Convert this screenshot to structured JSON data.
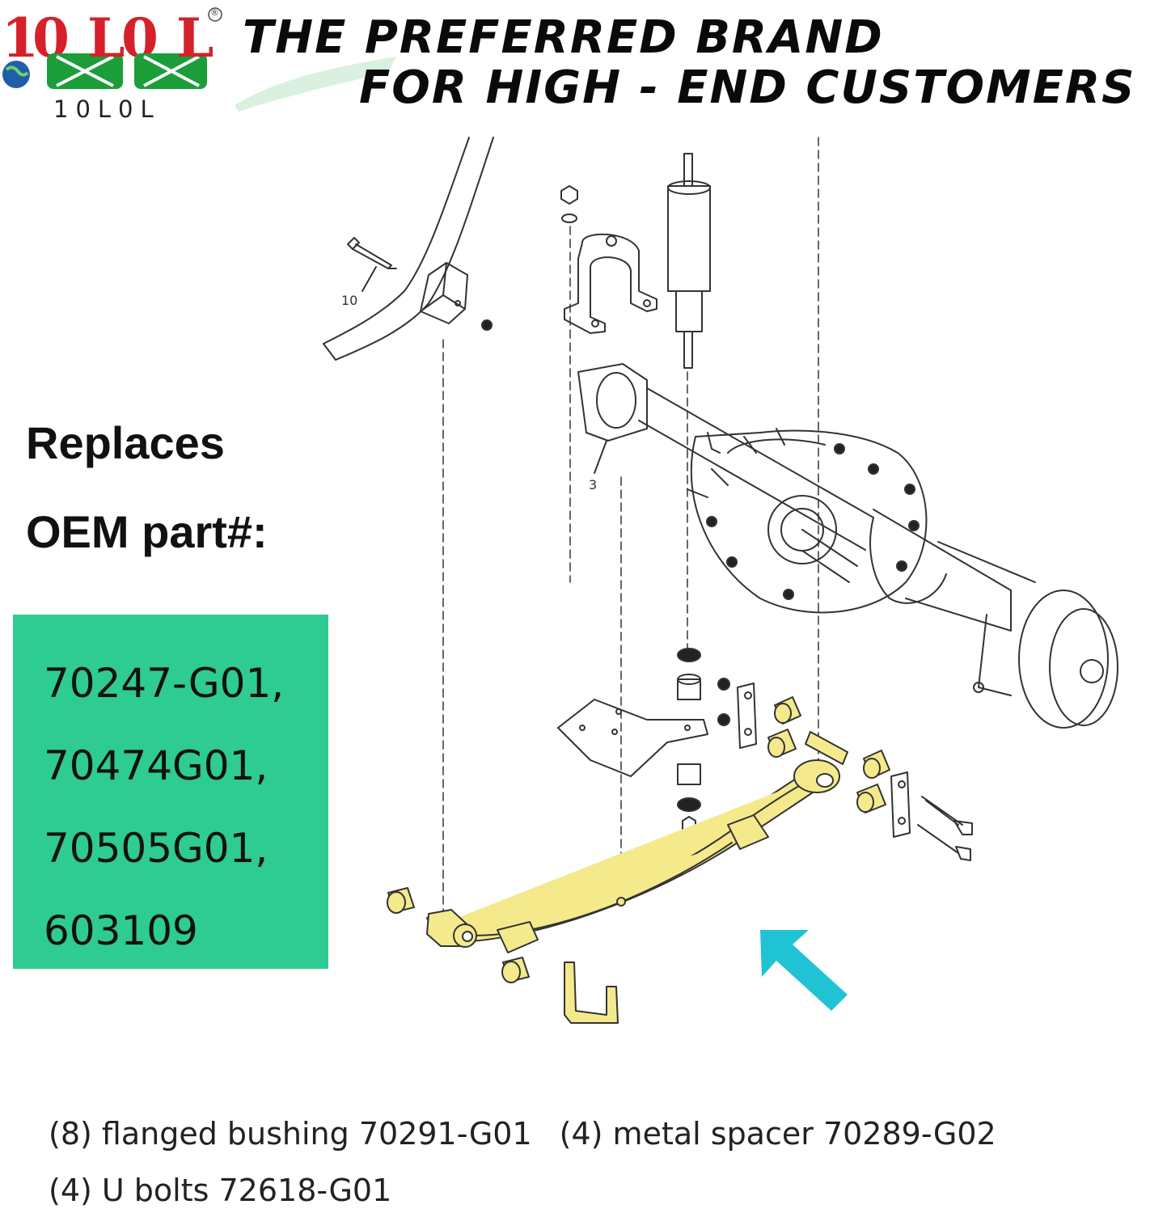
{
  "brand": {
    "logo_text": "10L0L",
    "registered_mark": "®",
    "colors": {
      "red": "#d6202a",
      "green": "#1b9e3a",
      "blue_globe": "#1f5fa8"
    }
  },
  "headline": {
    "line1": "THE PREFERRED BRAND",
    "line2": "FOR HIGH - END CUSTOMERS"
  },
  "replaces": {
    "line1": "Replaces",
    "line2": "OEM part#:",
    "box_color": "#2ecb92",
    "part_numbers": [
      "70247-G01,",
      "70474G01,",
      "70505G01,",
      "603109"
    ]
  },
  "diagram": {
    "callouts": [
      "10",
      "3"
    ],
    "highlight_color": "#f4ea8c",
    "arrow_color": "#20c3d4"
  },
  "parts": {
    "bushing": "(8) flanged bushing 70291-G01",
    "spacer": "(4) metal spacer 70289-G02",
    "ubolts": "(4) U bolts 72618-G01"
  }
}
